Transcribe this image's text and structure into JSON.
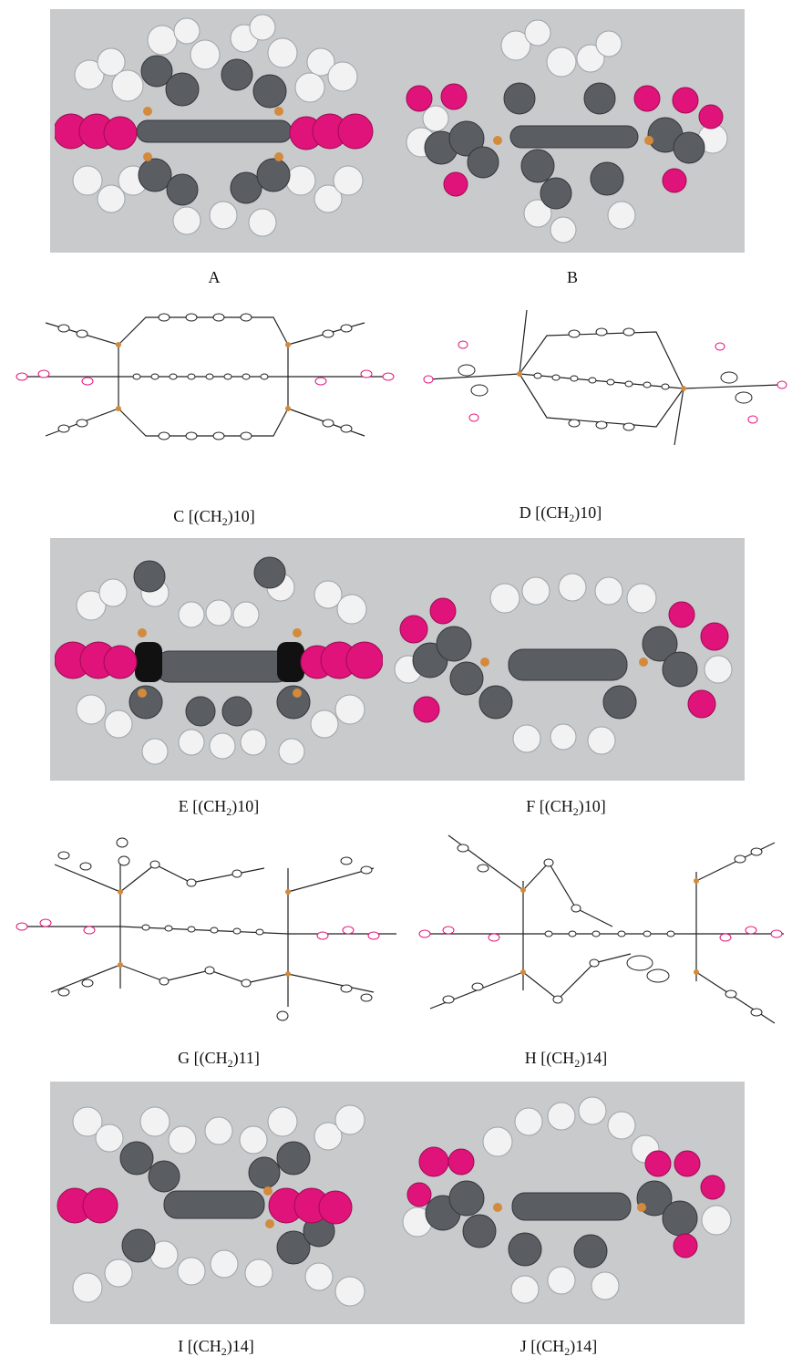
{
  "figure": {
    "background": "#ffffff",
    "band_color": "#c8cacc",
    "atom_colors": {
      "carbon": "#5a5d61",
      "hydrogen": "#f2f2f2",
      "fluorine": "#e0137a",
      "phosphorus": "#d38a3c",
      "metal": "#111111"
    },
    "panels": [
      {
        "id": "A",
        "style": "space-filling",
        "caption": {
          "letter": "A",
          "open": "",
          "subscript": "",
          "close": ""
        }
      },
      {
        "id": "B",
        "style": "space-filling",
        "caption": {
          "letter": "B",
          "open": "",
          "subscript": "",
          "close": ""
        }
      },
      {
        "id": "C",
        "style": "thermal-ellipsoid",
        "caption": {
          "letter": "C",
          "open": "[(CH",
          "subscript": "2",
          "close": ")10]"
        }
      },
      {
        "id": "D",
        "style": "thermal-ellipsoid",
        "caption": {
          "letter": "D",
          "open": "[(CH",
          "subscript": "2",
          "close": ")10]"
        }
      },
      {
        "id": "E",
        "style": "space-filling",
        "caption": {
          "letter": "E",
          "open": "[(CH",
          "subscript": "2",
          "close": ")10]"
        }
      },
      {
        "id": "F",
        "style": "space-filling",
        "caption": {
          "letter": "F",
          "open": "[(CH",
          "subscript": "2",
          "close": ")10]"
        }
      },
      {
        "id": "G",
        "style": "thermal-ellipsoid",
        "caption": {
          "letter": "G",
          "open": "[(CH",
          "subscript": "2",
          "close": ")11]"
        }
      },
      {
        "id": "H",
        "style": "thermal-ellipsoid",
        "caption": {
          "letter": "H",
          "open": "[(CH",
          "subscript": "2",
          "close": ")14]"
        }
      },
      {
        "id": "I",
        "style": "space-filling",
        "caption": {
          "letter": "I",
          "open": "[(CH",
          "subscript": "2",
          "close": ")14]"
        }
      },
      {
        "id": "J",
        "style": "space-filling",
        "caption": {
          "letter": "J",
          "open": "[(CH",
          "subscript": "2",
          "close": ")14]"
        }
      }
    ]
  }
}
